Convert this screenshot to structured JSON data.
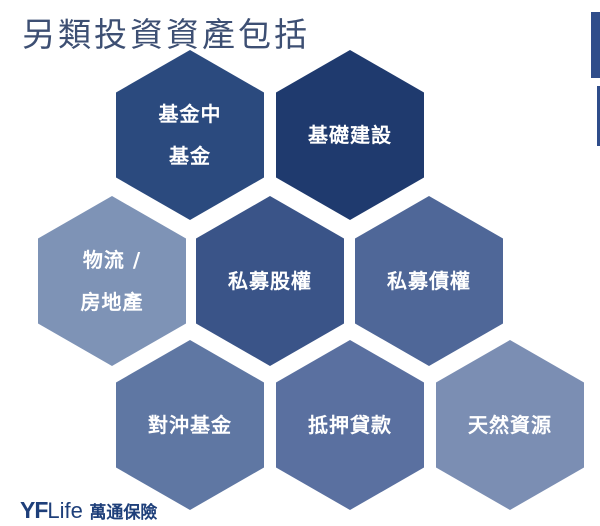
{
  "title": "另類投資資產包括",
  "hexagons": [
    {
      "lines": [
        "基金中",
        "基金"
      ],
      "color": "#2b4a7e"
    },
    {
      "lines": [
        "基礎建設"
      ],
      "color": "#1f3a6e"
    },
    {
      "lines": [
        "物流 /",
        "房地產"
      ],
      "color": "#7e93b6"
    },
    {
      "lines": [
        "私募股權"
      ],
      "color": "#3a5488"
    },
    {
      "lines": [
        "私募債權"
      ],
      "color": "#4f6798"
    },
    {
      "lines": [
        "對沖基金"
      ],
      "color": "#5f77a3"
    },
    {
      "lines": [
        "抵押貸款"
      ],
      "color": "#5a70a0"
    },
    {
      "lines": [
        "天然資源"
      ],
      "color": "#7b8eb3"
    }
  ],
  "logo": {
    "yf": "YF",
    "life": "Life",
    "chinese": "萬通保險"
  }
}
